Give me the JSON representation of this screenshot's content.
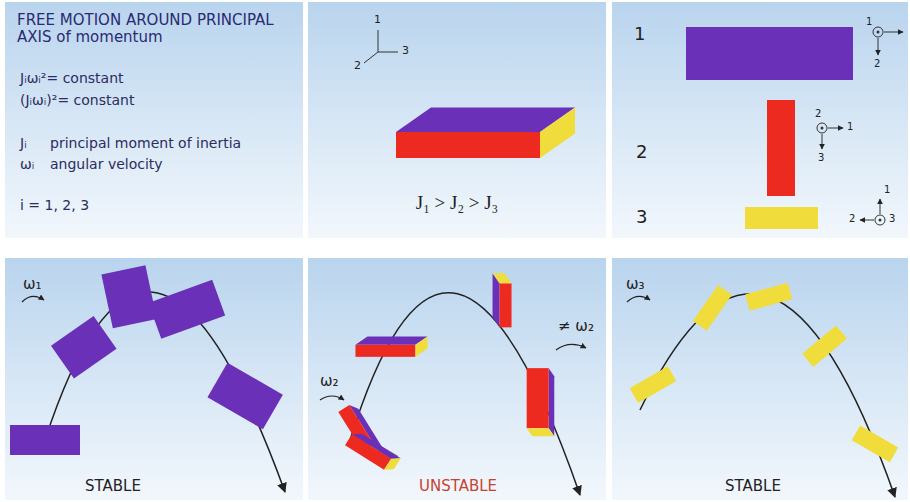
{
  "diagram": {
    "nodes": [
      {
        "text": [
          "FREE MOTION AROUND PRINCIPAL AXIS of momentum",
          "Jᵢωᵢ²= constant",
          "(Jᵢωᵢ)²= constant",
          "Jᵢ",
          "principal moment of inertia",
          "ωᵢ",
          "angular velocity",
          "i = 1, 2, 3"
        ]
      },
      {
        "text": [
          "1",
          "2",
          "3",
          "J₁ > J₂ > J₃"
        ]
      },
      {
        "text": [
          "1",
          "1",
          "2",
          "2",
          "2",
          "1",
          "3",
          "3",
          "1",
          "2",
          "3"
        ]
      },
      {
        "text": [
          "ω₁",
          "STABLE"
        ]
      },
      {
        "text": [
          "ω₂",
          "≠ ω₂",
          "UNSTABLE"
        ]
      },
      {
        "text": [
          "ω₃",
          "STABLE"
        ]
      }
    ]
  }
}
